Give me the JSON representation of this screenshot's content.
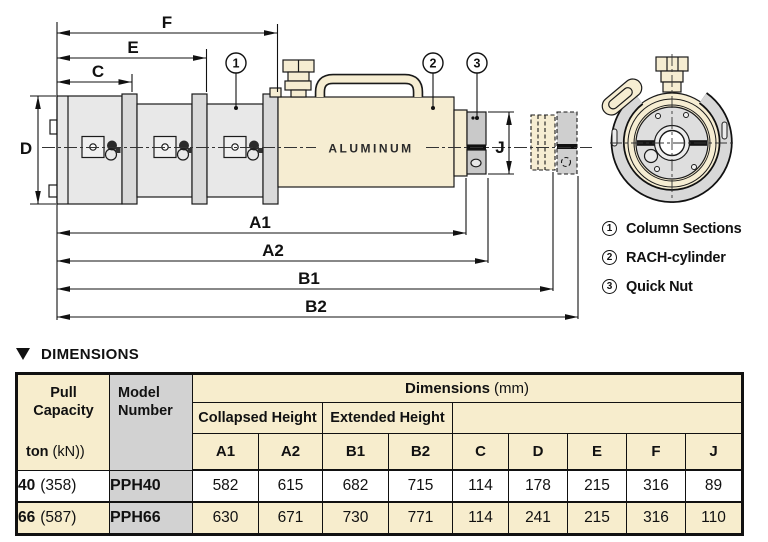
{
  "colors": {
    "cream": "#f6edd2",
    "table_cream": "#f7edcd",
    "model_gray": "#d2d2d2",
    "tube_gray": "#e8e8e8",
    "line": "#1a1a1a"
  },
  "drawing": {
    "aluminum_label": "ALUMINUM",
    "dim_labels": {
      "f": "F",
      "e": "E",
      "c": "C",
      "d": "D",
      "a1": "A1",
      "a2": "A2",
      "b1": "B1",
      "b2": "B2",
      "j": "J"
    },
    "callouts": [
      {
        "number": "1"
      },
      {
        "number": "2"
      },
      {
        "number": "3"
      }
    ],
    "legend": [
      {
        "number": "1",
        "label": "Column Sections"
      },
      {
        "number": "2",
        "label": "RACH-cylinder"
      },
      {
        "number": "3",
        "label": "Quick Nut"
      }
    ]
  },
  "table": {
    "title": "DIMENSIONS",
    "header": {
      "pull_capacity": "Pull Capacity",
      "capacity_unit_bold": "ton",
      "capacity_unit": "(kN))",
      "model_number": "Model Number",
      "dimensions": "Dimensions",
      "dimensions_unit": "(mm)",
      "collapsed_height": "Collapsed Height",
      "extended_height": "Extended Height",
      "letters": [
        "A1",
        "A2",
        "B1",
        "B2",
        "C",
        "D",
        "E",
        "F",
        "J"
      ]
    },
    "rows": [
      {
        "capacity_ton": "40",
        "capacity_kn": "(358)",
        "model": "PPH40",
        "values": [
          "582",
          "615",
          "682",
          "715",
          "114",
          "178",
          "215",
          "316",
          "89"
        ]
      },
      {
        "capacity_ton": "66",
        "capacity_kn": "(587)",
        "model": "PPH66",
        "values": [
          "630",
          "671",
          "730",
          "771",
          "114",
          "241",
          "215",
          "316",
          "110"
        ]
      }
    ]
  }
}
